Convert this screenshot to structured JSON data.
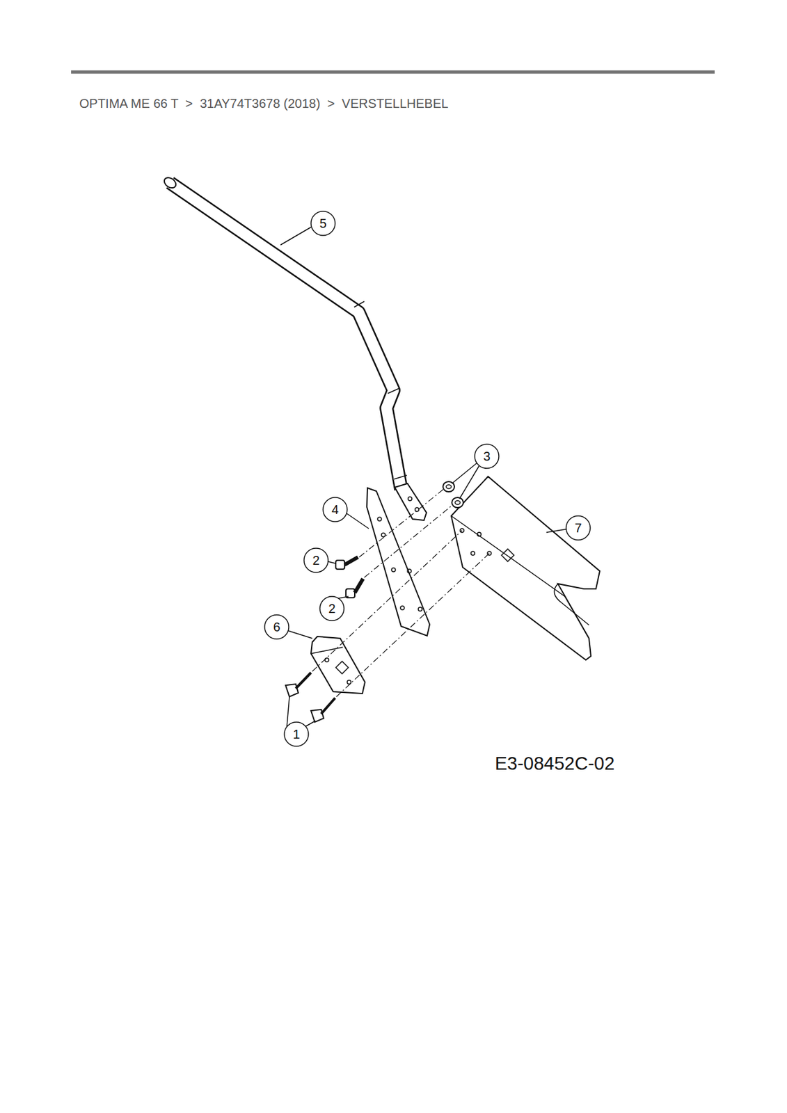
{
  "diagram": {
    "title": "OPTIMA ME 66 T  >  31AY74T3678 (2018)  >  VERSTELLHEBEL",
    "labels": [
      "5",
      "3",
      "4",
      "7",
      "2",
      "2",
      "6",
      "1",
      "E3-08452C-02"
    ]
  }
}
